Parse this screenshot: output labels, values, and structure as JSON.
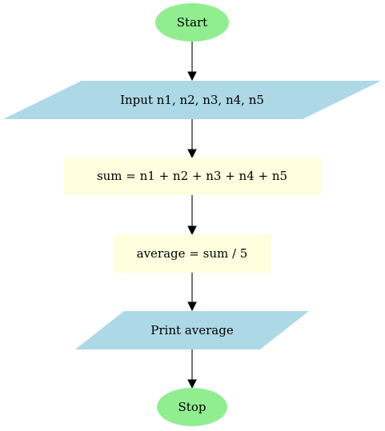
{
  "colors": {
    "terminal": "#90ee90",
    "io": "#add8e6",
    "process": "#ffffe0",
    "edge": "#000000",
    "text": "#000000"
  },
  "nodes": {
    "start": {
      "shape": "ellipse",
      "label": "Start"
    },
    "input": {
      "shape": "parallelogram",
      "label": "Input n1, n2, n3, n4, n5"
    },
    "sum": {
      "shape": "rectangle",
      "label": "sum = n1 + n2 + n3 + n4 + n5"
    },
    "average": {
      "shape": "rectangle",
      "label": "average = sum / 5"
    },
    "print": {
      "shape": "parallelogram",
      "label": "Print average"
    },
    "stop": {
      "shape": "ellipse",
      "label": "Stop"
    }
  },
  "edges": [
    {
      "from": "Start",
      "to": "Input n1, n2, n3, n4, n5"
    },
    {
      "from": "Input n1, n2, n3, n4, n5",
      "to": "sum = n1 + n2 + n3 + n4 + n5"
    },
    {
      "from": "sum = n1 + n2 + n3 + n4 + n5",
      "to": "average = sum / 5"
    },
    {
      "from": "average = sum / 5",
      "to": "Print average"
    },
    {
      "from": "Print average",
      "to": "Stop"
    }
  ]
}
